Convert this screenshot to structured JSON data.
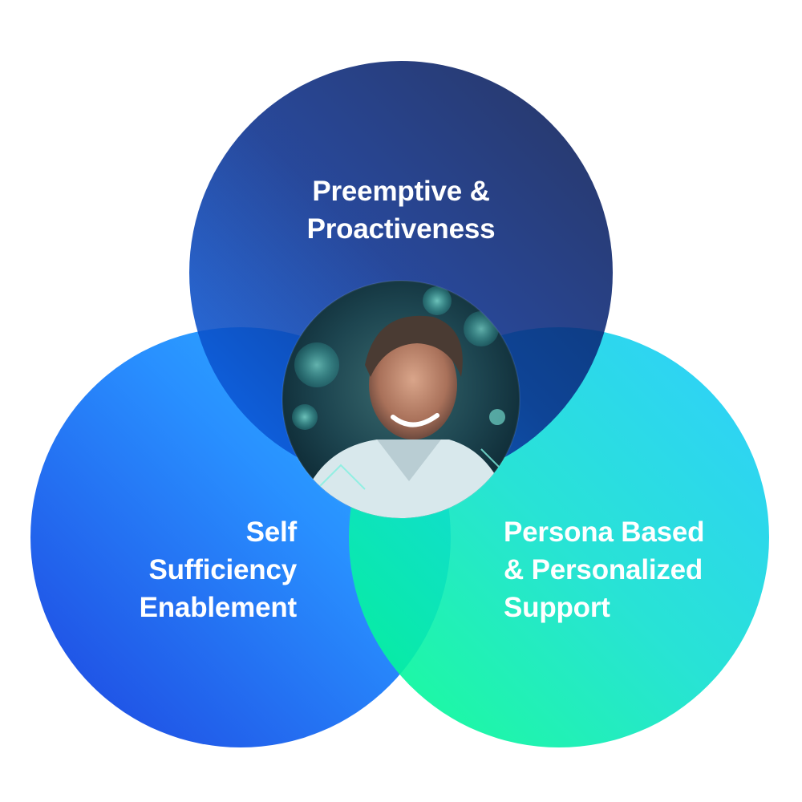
{
  "diagram": {
    "type": "venn",
    "circles": [
      {
        "id": "top",
        "lines": [
          "Preemptive &",
          "Proactiveness"
        ],
        "color_from": "#0a6cf5",
        "color_to": "#0c1a4f"
      },
      {
        "id": "left",
        "lines": [
          "Self",
          "Sufficiency",
          "Enablement"
        ],
        "color_from": "#0a3ee6",
        "color_to": "#1aa8ff"
      },
      {
        "id": "right",
        "lines": [
          "Persona Based",
          "& Personalized",
          "Support"
        ],
        "color_from": "#0dff8a",
        "color_to": "#18c8ff"
      }
    ],
    "center": {
      "image": "smiling-man-hologram-photo"
    },
    "colors": {
      "text": "#ffffff",
      "background": "#ffffff"
    }
  }
}
